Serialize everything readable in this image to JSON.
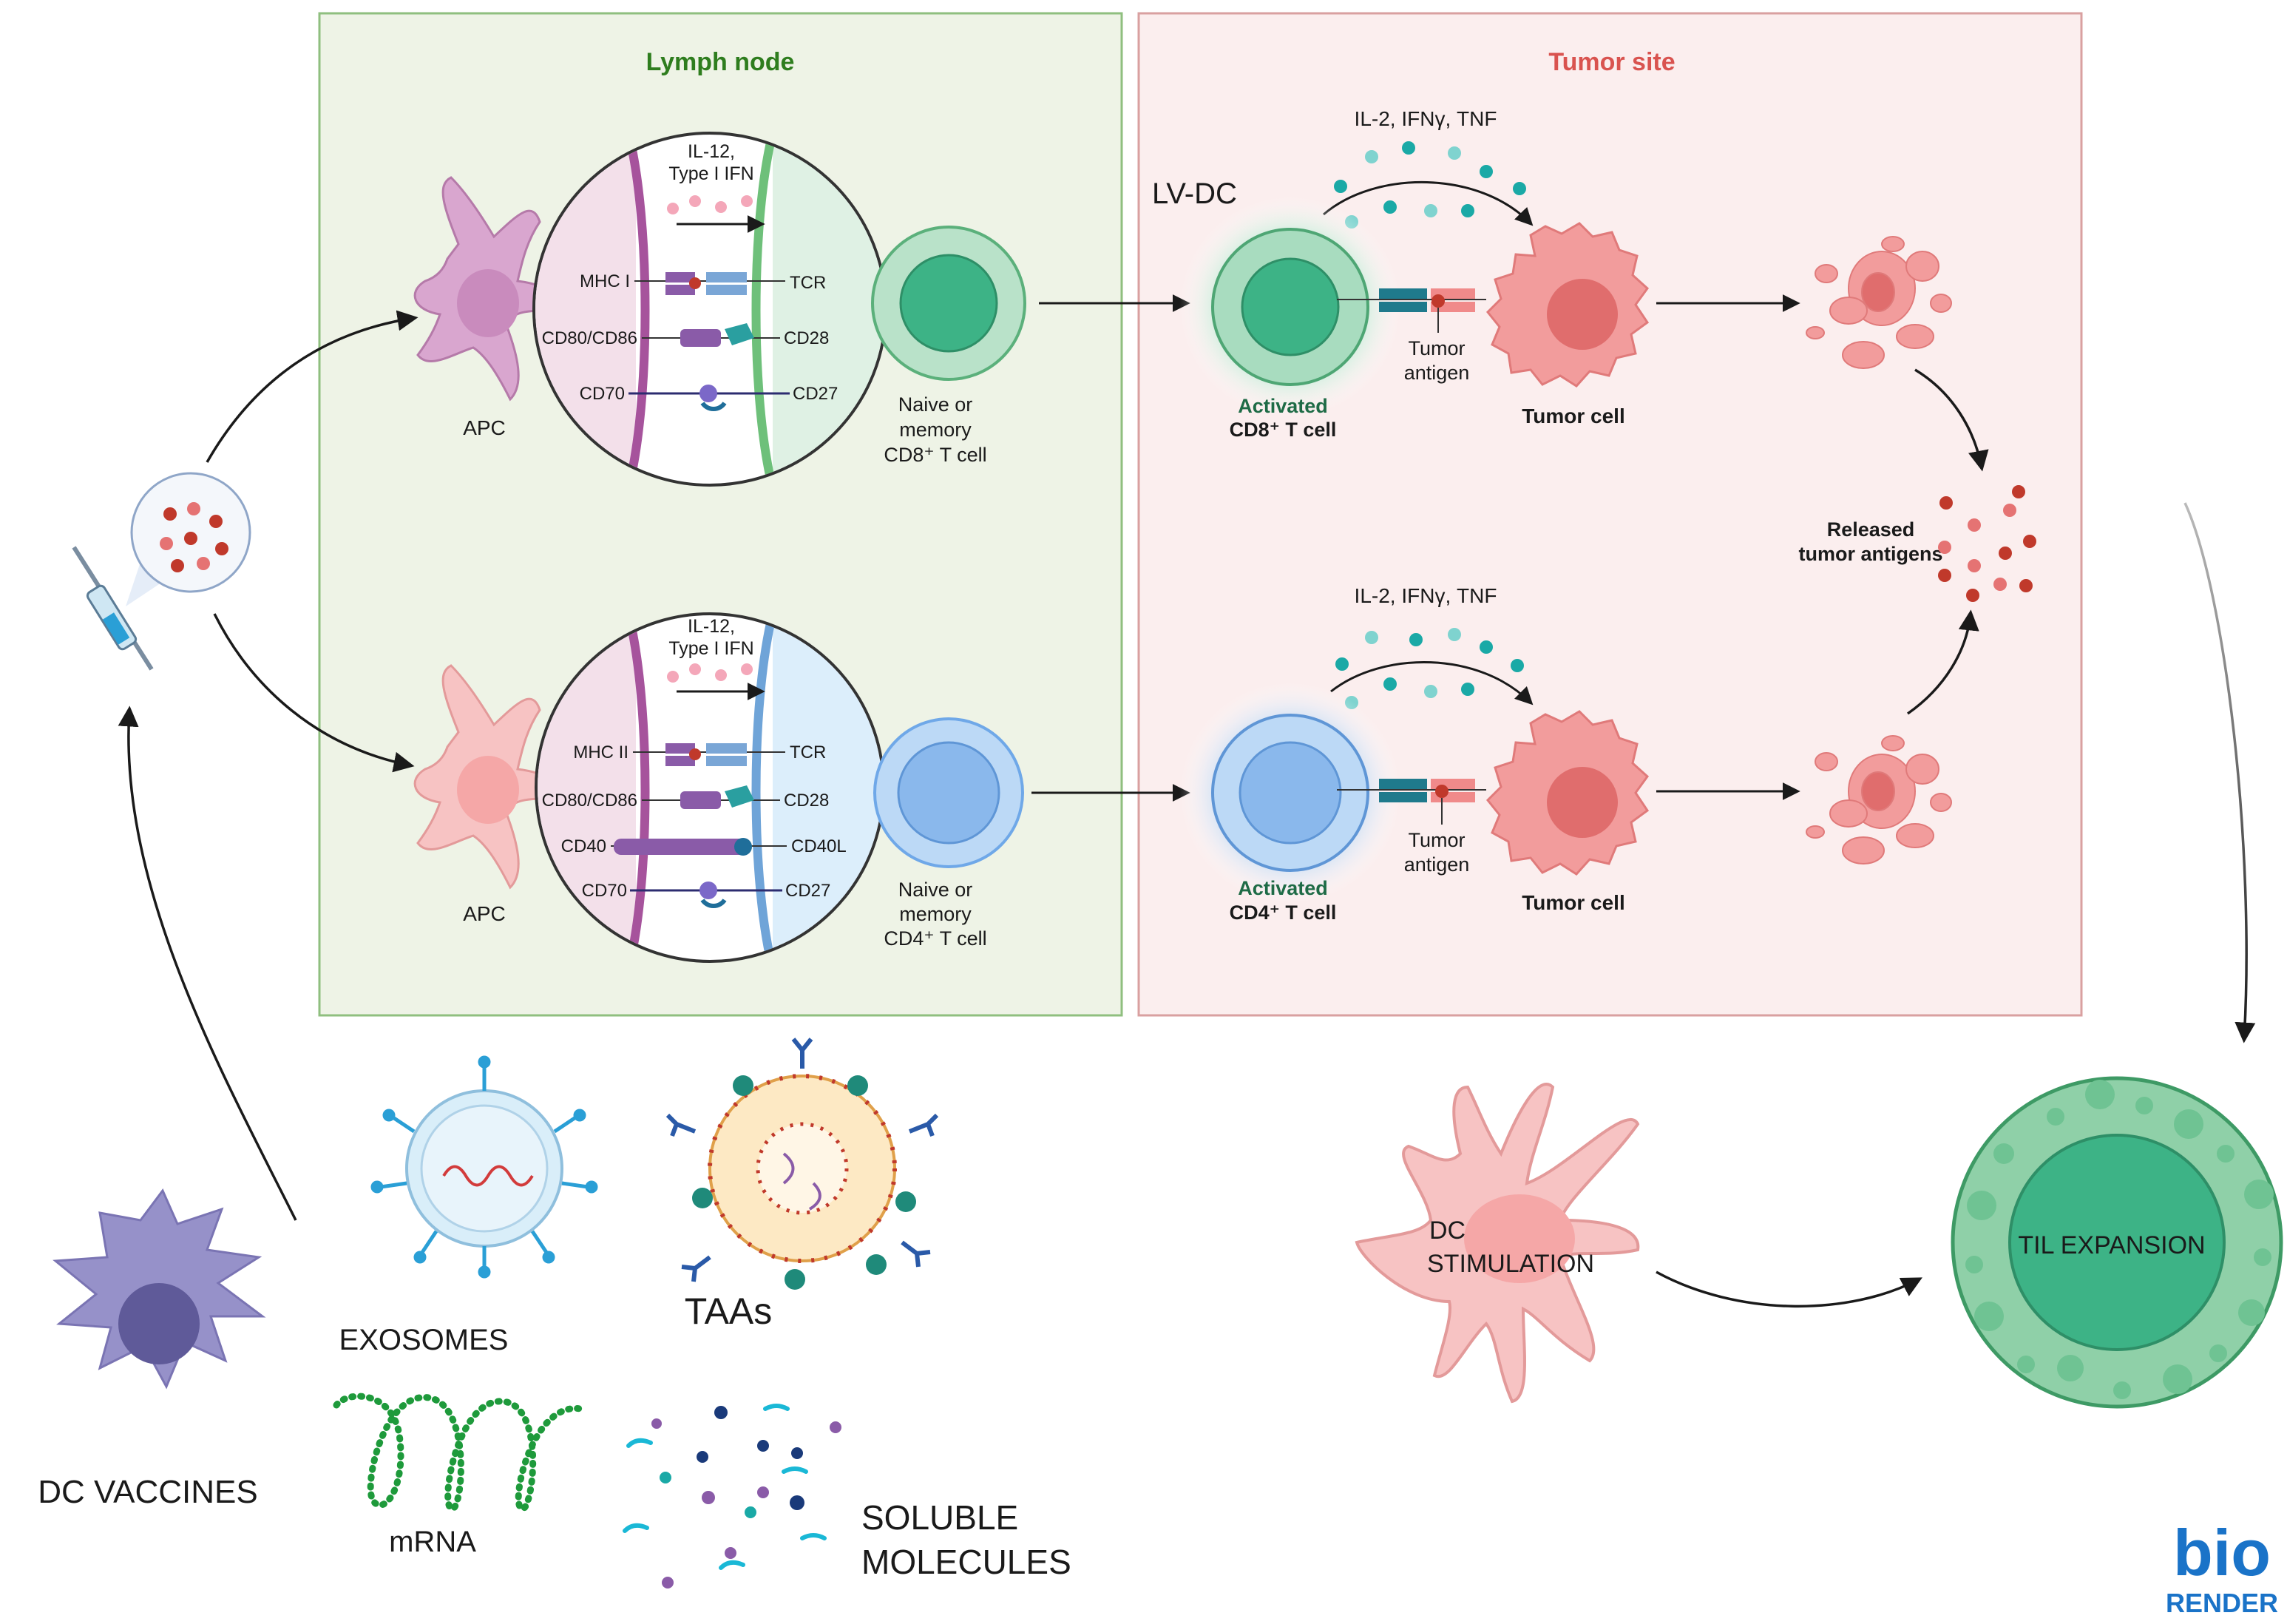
{
  "panels": {
    "lymph_node_title": "Lymph node",
    "tumor_site_title": "Tumor site"
  },
  "lymph_node": {
    "top": {
      "cytokine_line1": "IL-12,",
      "cytokine_line2": "Type I IFN",
      "apc_label": "APC",
      "receptors_left": [
        "MHC I",
        "CD80/CD86",
        "CD70"
      ],
      "receptors_right": [
        "TCR",
        "CD28",
        "CD27"
      ],
      "tcell_line1": "Naive or",
      "tcell_line2": "memory",
      "tcell_line3": "CD8⁺ T cell"
    },
    "bottom": {
      "cytokine_line1": "IL-12,",
      "cytokine_line2": "Type I IFN",
      "apc_label": "APC",
      "receptors_left": [
        "MHC II",
        "CD80/CD86",
        "CD40",
        "CD70"
      ],
      "receptors_right": [
        "TCR",
        "CD28",
        "CD40L",
        "CD27"
      ],
      "tcell_line1": "Naive or",
      "tcell_line2": "memory",
      "tcell_line3": "CD4⁺ T cell"
    }
  },
  "tumor_site": {
    "lv_dc": "LV-DC",
    "top": {
      "cytokines": "IL-2, IFNγ, TNF",
      "activated_line1": "Activated",
      "activated_line2": "CD8⁺ T cell",
      "antigen_line1": "Tumor",
      "antigen_line2": "antigen",
      "tumor_cell": "Tumor cell"
    },
    "bottom": {
      "cytokines": "IL-2, IFNγ, TNF",
      "activated_line1": "Activated",
      "activated_line2": "CD4⁺ T cell",
      "antigen_line1": "Tumor",
      "antigen_line2": "antigen",
      "tumor_cell": "Tumor cell"
    },
    "released_line1": "Released",
    "released_line2": "tumor antigens"
  },
  "bottom_labels": {
    "dc_vaccines": "DC VACCINES",
    "exosomes": "EXOSOMES",
    "taas": "TAAs",
    "mrna": "mRNA",
    "soluble_line1": "SOLUBLE",
    "soluble_line2": "MOLECULES",
    "dc_stim_line1": "DC",
    "dc_stim_line2": "STIMULATION",
    "til_expansion": "TIL EXPANSION"
  },
  "logo": {
    "line1": "bio",
    "line2": "RENDER"
  },
  "colors": {
    "lymph_bg": "#eef3e6",
    "lymph_border": "#8fbf7f",
    "lymph_title": "#2e7d1e",
    "tumor_bg": "#fbeeee",
    "tumor_border": "#d9a0a0",
    "tumor_title": "#d9534f",
    "cd8_green": "#3db386",
    "cd4_blue": "#6fa8e8",
    "tumor_pink": "#f08a8a",
    "apc_purple": "#c98bbd",
    "dc_purple": "#8b85c1",
    "teal": "#1aa9a6",
    "biorender_blue": "#1a73c8"
  }
}
